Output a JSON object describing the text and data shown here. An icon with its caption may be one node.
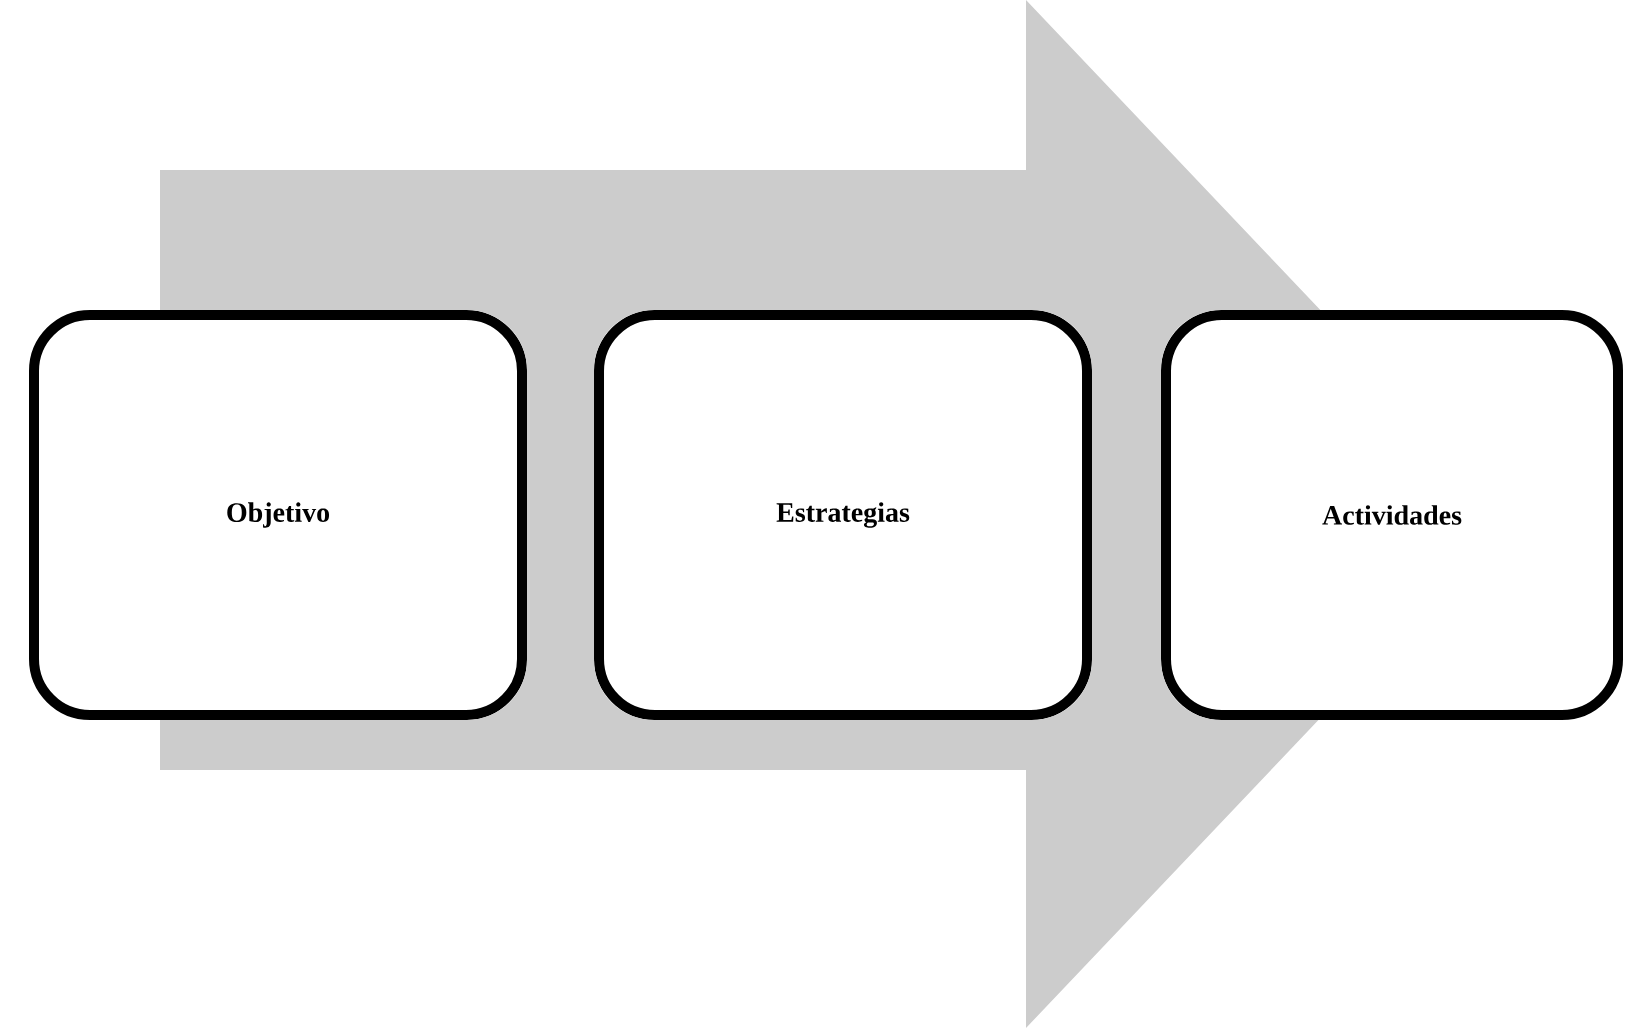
{
  "diagram": {
    "nodes": [
      {
        "text": [
          "Objetivo"
        ]
      },
      {
        "text": [
          "Estrategias"
        ]
      },
      {
        "text": [
          "Actividades"
        ]
      }
    ],
    "edges": [
      {
        "from": 0,
        "to": 2,
        "arrow": "to"
      }
    ]
  }
}
